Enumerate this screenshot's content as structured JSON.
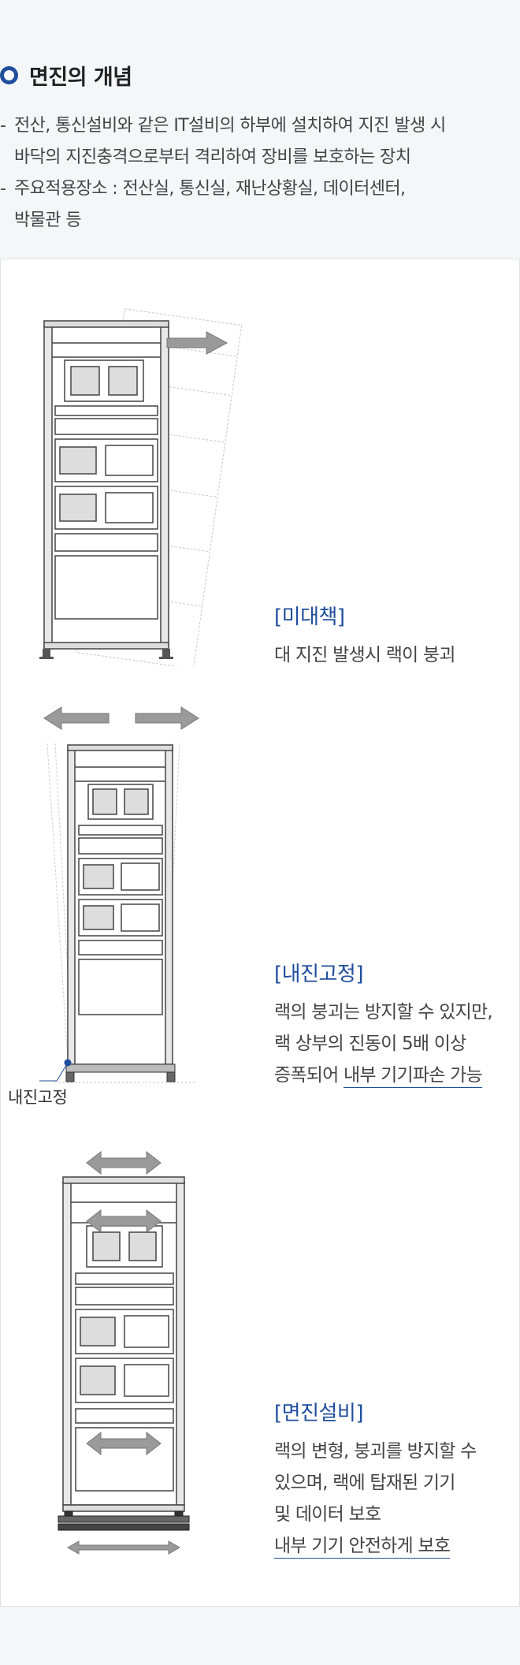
{
  "section": {
    "title": "면진의 개념",
    "desc": [
      {
        "text": "전산, 통신설비와 같은 IT설비의 하부에 설치하여 지진 발생 시",
        "cont": "바닥의 지진충격으로부터 격리하여 장비를 보호하는 장치"
      },
      {
        "text": "주요적용장소 : 전산실, 통신실, 재난상황실, 데이터센터,",
        "cont": "박물관 등"
      }
    ]
  },
  "cases": [
    {
      "title": "[미대책]",
      "lines": [
        "대 지진 발생시 랙이 붕괴"
      ]
    },
    {
      "title": "[내진고정]",
      "lines": [
        "랙의 붕괴는 방지할 수 있지만,",
        "랙 상부의 진동이 5배 이상"
      ],
      "line3_plain": "증폭되어 ",
      "line3_ul": "내부 기기파손 가능",
      "anchor_label": "내진고정"
    },
    {
      "title": "[면진설비]",
      "lines": [
        "랙의 변형, 붕괴를 방지할 수",
        "있으며, 랙에 탑재된 기기",
        "및 데이터 보호"
      ],
      "underline": "내부 기기 안전하게 보호"
    }
  ],
  "colors": {
    "accent": "#1f4e9c",
    "arrow": "#9a9a9a"
  }
}
